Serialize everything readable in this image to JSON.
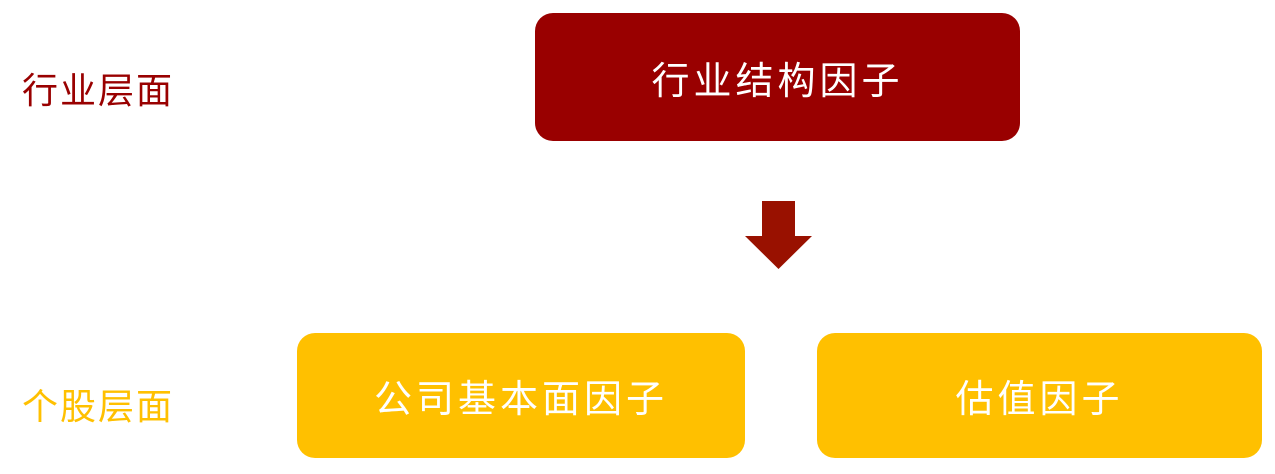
{
  "levels": {
    "industry": {
      "label": "行业层面",
      "color": "#990000"
    },
    "stock": {
      "label": "个股层面",
      "color": "#FFC000"
    }
  },
  "boxes": {
    "industry_structure": {
      "text": "行业结构因子",
      "color": "#990000"
    },
    "fundamentals": {
      "text": "公司基本面因子",
      "color": "#FFC000"
    },
    "valuation": {
      "text": "估值因子",
      "color": "#FFC000"
    }
  },
  "arrow": {
    "icon": "down-arrow-icon",
    "color": "#991100"
  }
}
